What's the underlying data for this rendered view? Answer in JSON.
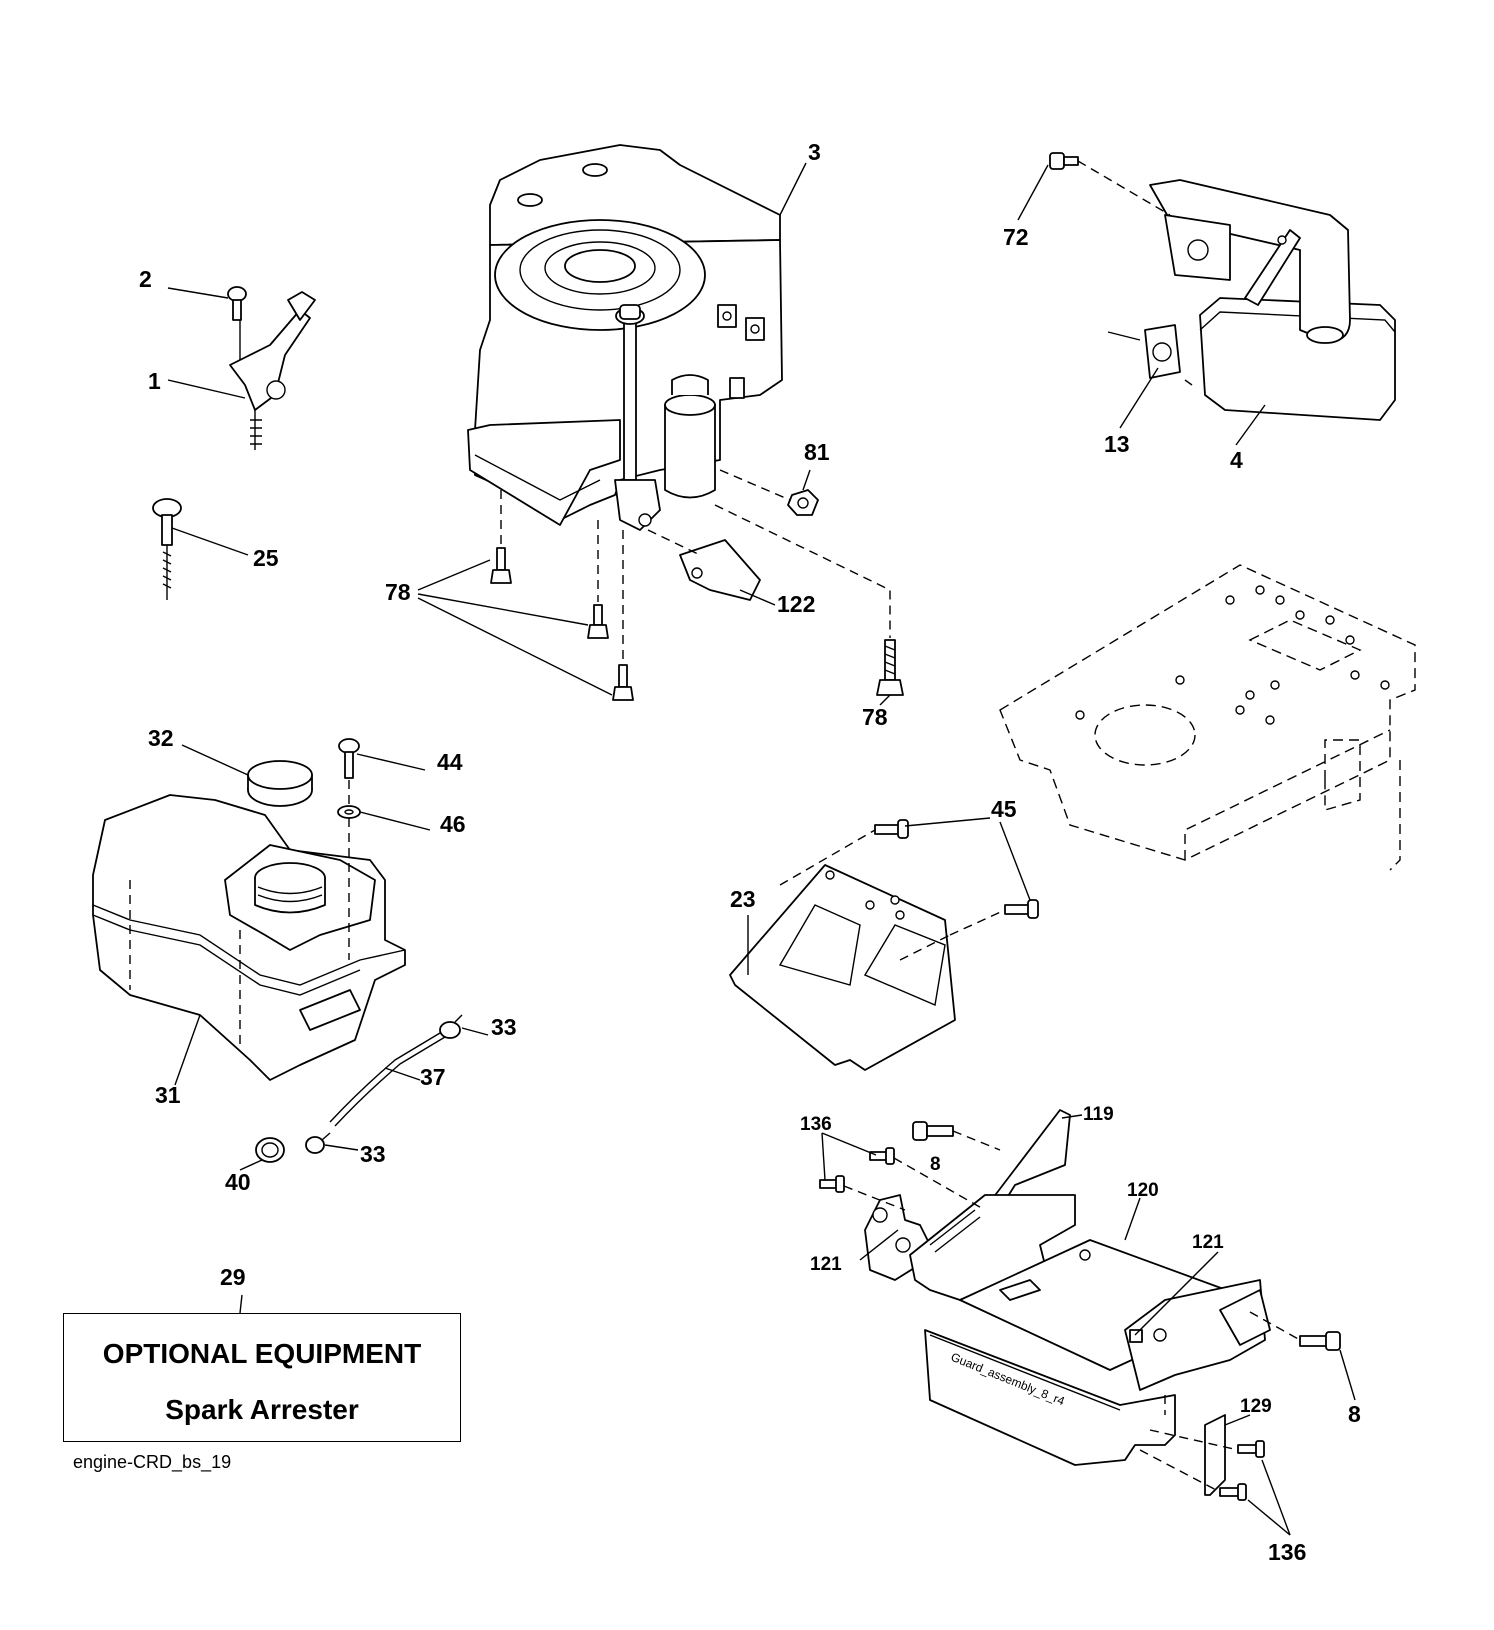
{
  "callouts": [
    {
      "id": "c3",
      "label": "3"
    },
    {
      "id": "c72",
      "label": "72"
    },
    {
      "id": "c2",
      "label": "2"
    },
    {
      "id": "c1",
      "label": "1"
    },
    {
      "id": "c13",
      "label": "13"
    },
    {
      "id": "c4",
      "label": "4"
    },
    {
      "id": "c81",
      "label": "81"
    },
    {
      "id": "c25",
      "label": "25"
    },
    {
      "id": "c78a",
      "label": "78"
    },
    {
      "id": "c122",
      "label": "122"
    },
    {
      "id": "c78b",
      "label": "78"
    },
    {
      "id": "c32",
      "label": "32"
    },
    {
      "id": "c44",
      "label": "44"
    },
    {
      "id": "c46",
      "label": "46"
    },
    {
      "id": "c45",
      "label": "45"
    },
    {
      "id": "c23",
      "label": "23"
    },
    {
      "id": "c33a",
      "label": "33"
    },
    {
      "id": "c31",
      "label": "31"
    },
    {
      "id": "c37",
      "label": "37"
    },
    {
      "id": "c33b",
      "label": "33"
    },
    {
      "id": "c40",
      "label": "40"
    },
    {
      "id": "c136a",
      "label": "136"
    },
    {
      "id": "c119",
      "label": "119"
    },
    {
      "id": "c8a",
      "label": "8"
    },
    {
      "id": "c120",
      "label": "120"
    },
    {
      "id": "c121a",
      "label": "121"
    },
    {
      "id": "c121b",
      "label": "121"
    },
    {
      "id": "c29",
      "label": "29"
    },
    {
      "id": "c8b",
      "label": "8"
    },
    {
      "id": "c129",
      "label": "129"
    },
    {
      "id": "c136b",
      "label": "136"
    }
  ],
  "optional_box": {
    "line1": "OPTIONAL EQUIPMENT",
    "line2": "Spark Arrester"
  },
  "diagram_id": "engine-CRD_bs_19",
  "guard_label": "Guard_assembly_8_r4"
}
